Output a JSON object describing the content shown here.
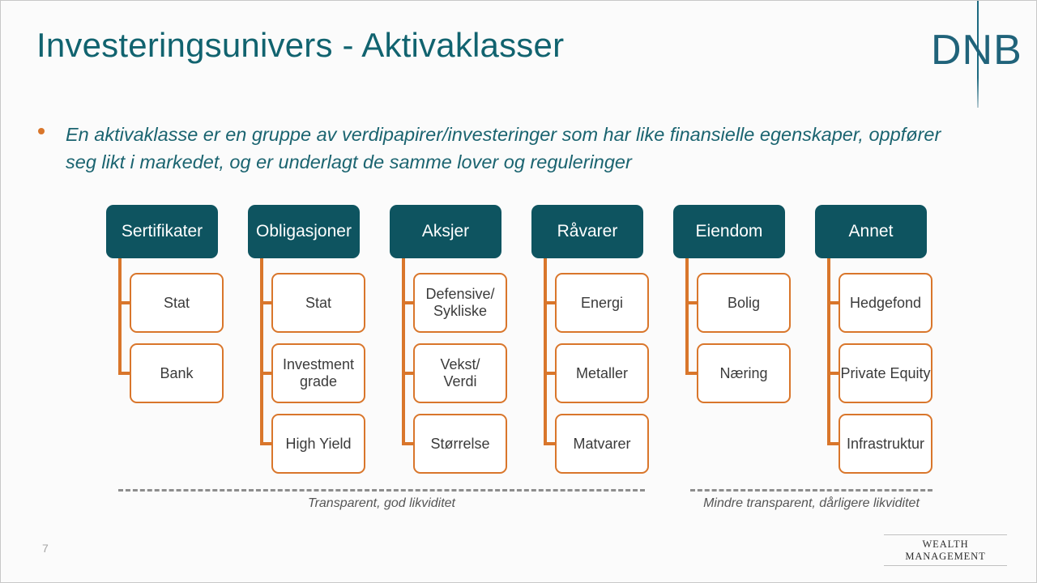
{
  "slide": {
    "title": "Investeringsunivers - Aktivaklasser",
    "page_number": "7",
    "bullet_text": "En aktivaklasse er en gruppe av verdipapirer/investeringer som har like finansielle egenskaper, oppfører seg likt i markedet, og er underlagt de samme lover og reguleringer",
    "logo_text": "DNB",
    "footer_mark": "WEALTH MANAGEMENT"
  },
  "colors": {
    "header_teal": "#0e5460",
    "title_teal": "#11636f",
    "accent_orange": "#d9762b",
    "body_teal": "#1b6470",
    "dash_gray": "#8d8d8d",
    "background": "#fbfbfb"
  },
  "diagram": {
    "columns": [
      {
        "header": "Sertifikater",
        "children": [
          "Stat",
          "Bank"
        ]
      },
      {
        "header": "Obligasjoner",
        "children": [
          "Stat",
          "Investment grade",
          "High Yield"
        ]
      },
      {
        "header": "Aksjer",
        "children": [
          "Defensive/ Sykliske",
          "Vekst/ Verdi",
          "Størrelse"
        ]
      },
      {
        "header": "Råvarer",
        "children": [
          "Energi",
          "Metaller",
          "Matvarer"
        ]
      },
      {
        "header": "Eiendom",
        "children": [
          "Bolig",
          "Næring"
        ]
      },
      {
        "header": "Annet",
        "children": [
          "Hedgefond",
          "Private Equity",
          "Infrastruktur"
        ]
      }
    ],
    "separators": [
      {
        "caption": "Transparent, god likviditet"
      },
      {
        "caption": "Mindre transparent, dårligere likviditet"
      }
    ]
  }
}
